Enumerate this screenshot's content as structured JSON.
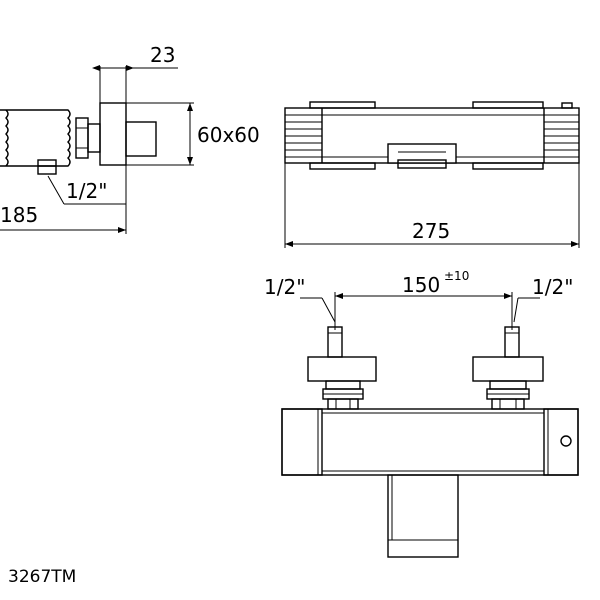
{
  "dimensions": {
    "depth": "23",
    "body_section": "60x60",
    "inlet_side": "1/2\"",
    "projection": "185",
    "total_length": "275",
    "inlet_left": "1/2\"",
    "center_distance": "150",
    "center_tolerance": "±10",
    "inlet_right": "1/2\""
  },
  "model_code": "3267TM"
}
